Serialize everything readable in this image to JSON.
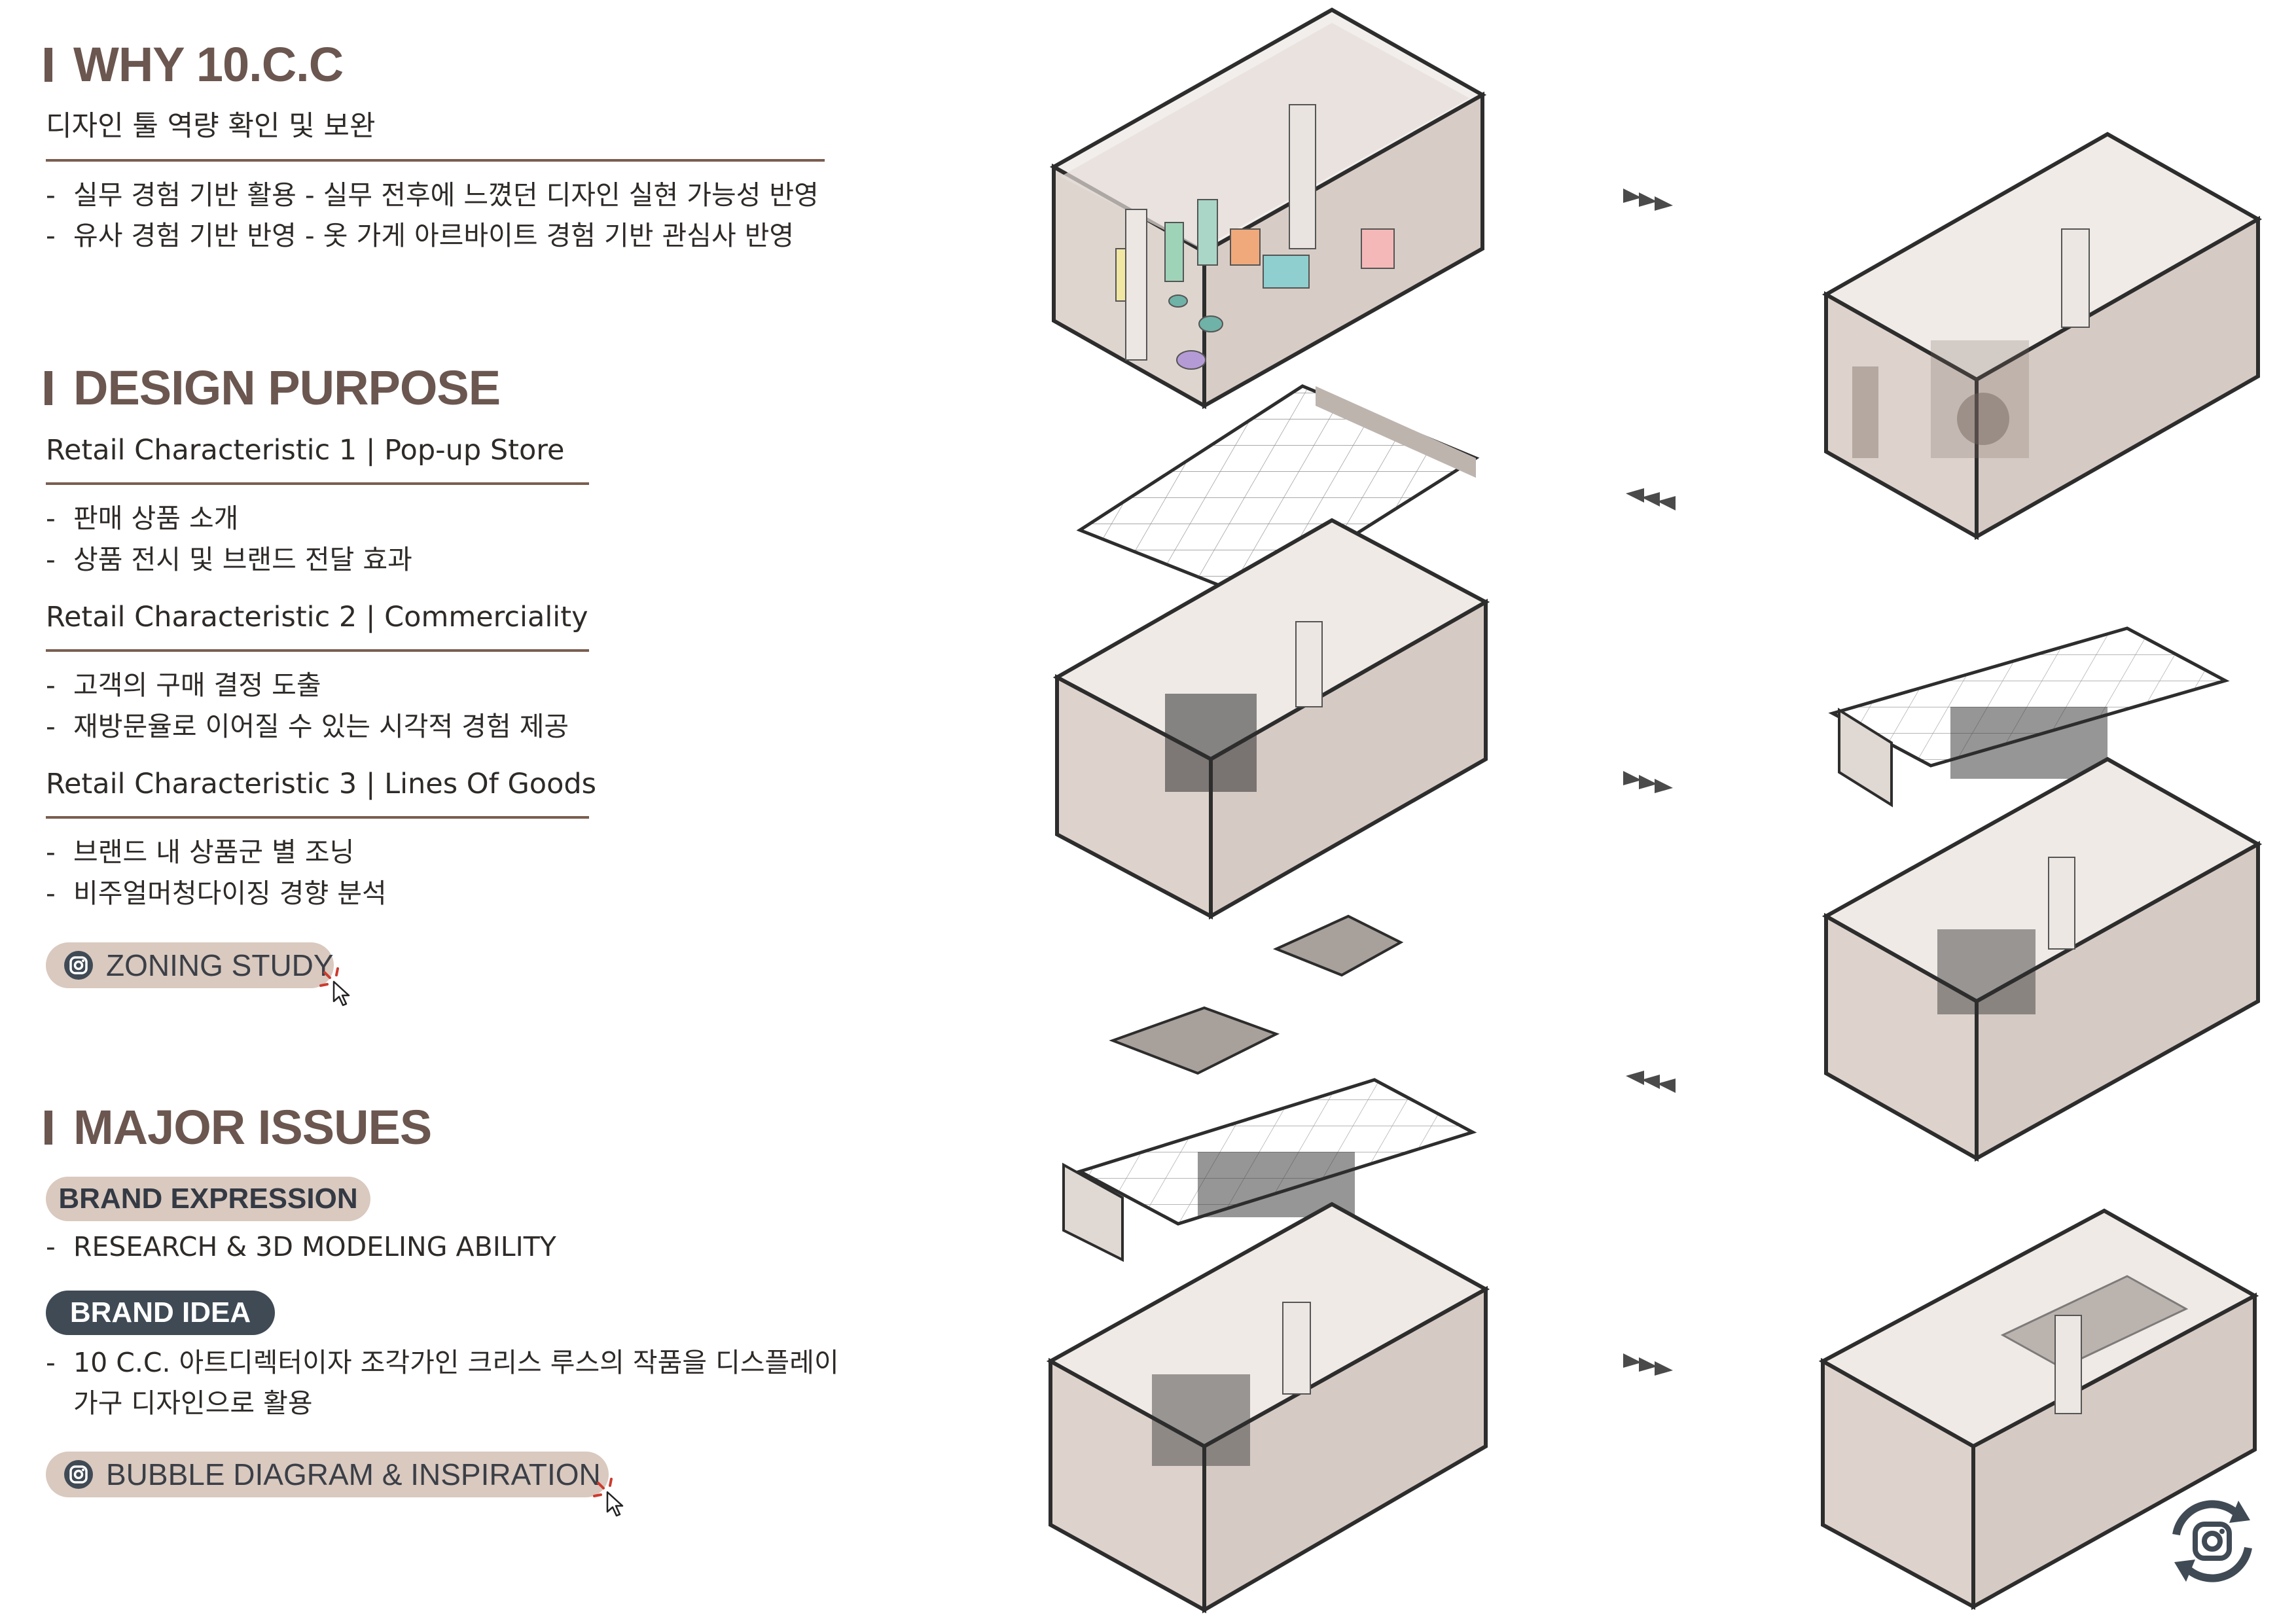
{
  "sections": {
    "why": {
      "title": "WHY 10.C.C",
      "subtitle": "디자인 툴 역량 확인 및 보완",
      "bullets": [
        "실무 경험 기반 활용 - 실무 전후에 느꼈던 디자인 실현 가능성 반영",
        "유사 경험 기반 반영 - 옷 가게 아르바이트 경험 기반 관심사 반영"
      ]
    },
    "purpose": {
      "title": "DESIGN PURPOSE",
      "groups": [
        {
          "subtitle": "Retail Characteristic 1 | Pop-up Store",
          "bullets": [
            "판매 상품 소개",
            "상품 전시 및 브랜드 전달 효과"
          ]
        },
        {
          "subtitle": "Retail Characteristic 2 | Commerciality",
          "bullets": [
            "고객의 구매 결정 도출",
            "재방문율로 이어질 수 있는 시각적 경험 제공"
          ]
        },
        {
          "subtitle": "Retail Characteristic 3 | Lines Of Goods",
          "bullets": [
            "브랜드 내 상품군 별 조닝",
            "비주얼머청다이징 경향 분석"
          ]
        }
      ],
      "link_label": "ZONING STUDY"
    },
    "issues": {
      "title": "MAJOR ISSUES",
      "expression_tag": "BRAND EXPRESSION",
      "expression_bullets": [
        "RESEARCH & 3D MODELING ABILITY"
      ],
      "idea_tag": "BRAND IDEA",
      "idea_bullet_line1": "10 C.C. 아트디렉터이자 조각가인 크리스 루스의 작품을 디스플레이",
      "idea_bullet_line2": "가구 디자인으로 활용",
      "link_label": "BUBBLE DIAGRAM & INSPIRATION"
    }
  },
  "bullet_dash": "-",
  "icons": {
    "link_icon": "instagram-glyph-icon",
    "cursor": "click-cursor-icon",
    "corner": "instagram-refresh-icon",
    "arrows": "triple-arrow-icon"
  },
  "colors": {
    "heading": "#6b5650",
    "rule": "#7a5e50",
    "pill_light": "#d9c9bf",
    "pill_dark": "#3f4a55",
    "cursor_accent": "#cc3b2e"
  }
}
